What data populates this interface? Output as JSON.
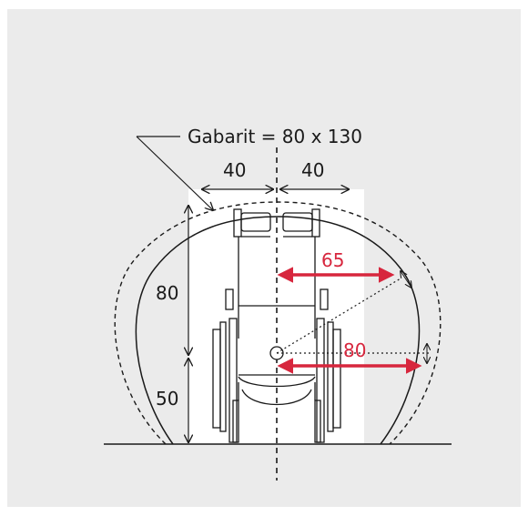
{
  "title": "Gabarit = 80 x 130",
  "dimensions": {
    "left_half_width": "40",
    "right_half_width": "40",
    "upper_height": "80",
    "lower_height": "50",
    "turning_radius_inner": "65",
    "turning_radius_outer": "80"
  },
  "colors": {
    "background_panel": "#ebebeb",
    "envelope_white": "#ffffff",
    "line": "#1a1a1a",
    "accent_red": "#d7263d"
  }
}
